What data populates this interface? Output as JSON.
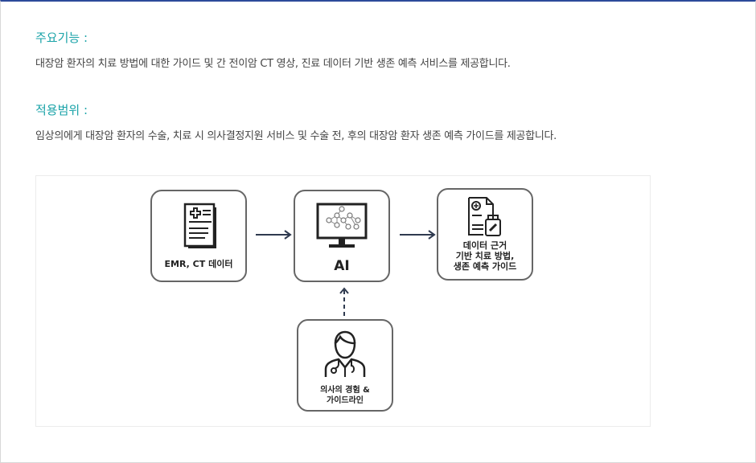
{
  "section1": {
    "title": "주요기능 :",
    "text": "대장암 환자의 치료 방법에 대한 가이드 및 간 전이암 CT 영상, 진료 데이터 기반 생존 예측 서비스를 제공합니다."
  },
  "section2": {
    "title": "적용범위 :",
    "text": "임상의에게 대장암 환자의 수술, 치료 시 의사결정지원 서비스 및 수술 전, 후의 대장암 환자 생존 예측 가이드를 제공합니다."
  },
  "diagram": {
    "input": {
      "label": "EMR, CT 데이터",
      "icon": "medical-record-icon"
    },
    "ai": {
      "label": "AI",
      "icon": "monitor-network-icon"
    },
    "output": {
      "line1": "데이터 근거",
      "line2": "기반 치료 방법,",
      "line3": "생존 예측 가이드",
      "icon": "prescription-medicine-icon"
    },
    "doctor": {
      "line1": "의사의 경험 &",
      "line2": "가이드라인",
      "icon": "doctor-icon"
    },
    "colors": {
      "arrow": "#2f3a4f",
      "border": "#666666"
    }
  }
}
